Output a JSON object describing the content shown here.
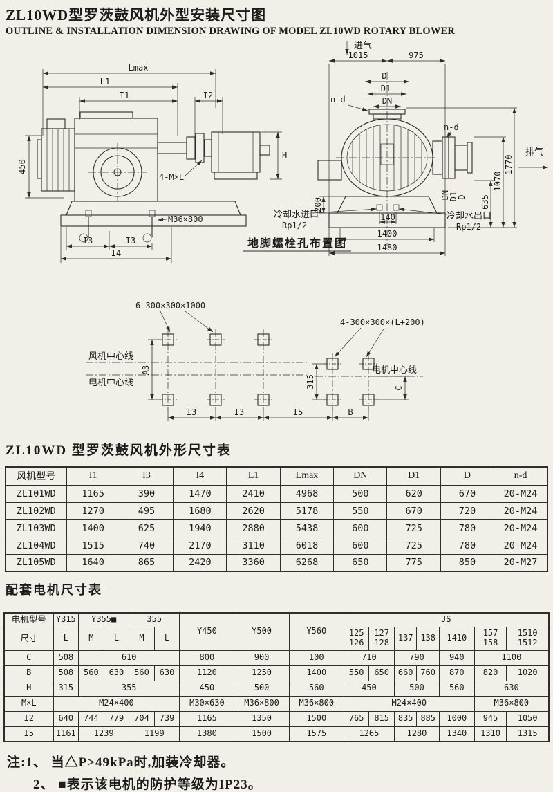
{
  "page": {
    "title_cn": "ZL10WD型罗茨鼓风机外型安装尺寸图",
    "title_en": "OUTLINE & INSTALLATION DIMENSION DRAWING OF MODEL ZL10WD ROTARY BLOWER"
  },
  "side_view": {
    "dim_lmax": "Lmax",
    "dim_l1": "L1",
    "dim_i1": "I1",
    "dim_i2": "I2",
    "dim_450": "450",
    "dim_h": "H",
    "label_bolt": "4-M×L",
    "label_anchor": "M36×800",
    "dim_i3a": "I3",
    "dim_i3b": "I3",
    "dim_i4": "I4"
  },
  "front_view": {
    "label_inlet": "进气",
    "dim_1015": "1015",
    "dim_975": "975",
    "dim_d": "D",
    "dim_d1": "D1",
    "dim_dn": "DN",
    "label_nd_left": "n-d",
    "label_nd_right": "n-d",
    "label_outlet": "排气",
    "dim_1770": "1770",
    "dim_1070": "1070",
    "dim_635": "635",
    "dim_200": "200",
    "dim_dn2": "DN",
    "dim_d1b": "D1",
    "dim_db": "D",
    "label_water_in": "冷却水进口",
    "label_water_in_spec": "Rp1/2",
    "label_water_out": "冷却水出口",
    "label_water_out_spec": "Rp1/2",
    "dim_140": "140",
    "dim_1400": "1400",
    "dim_1480": "1480"
  },
  "foundation": {
    "title": "地脚螺栓孔布置图",
    "label_6holes": "6-300×300×1000",
    "label_4holes": "4-300×300×(L+200)",
    "label_blower_cl": "风机中心线",
    "label_motor_cl": "电机中心线",
    "label_motor_cl2": "电机中心线",
    "dim_a3": "A3",
    "dim_315": "315",
    "dim_c": "C",
    "dim_i3a": "I3",
    "dim_i3b": "I3",
    "dim_i5": "I5",
    "dim_b": "B"
  },
  "dim_table": {
    "title": "ZL10WD 型罗茨鼓风机外形尺寸表",
    "headers": [
      "风机型号",
      "I1",
      "I3",
      "I4",
      "L1",
      "Lmax",
      "DN",
      "D1",
      "D",
      "n-d"
    ],
    "rows": [
      [
        "ZL101WD",
        "1165",
        "390",
        "1470",
        "2410",
        "4968",
        "500",
        "620",
        "670",
        "20-M24"
      ],
      [
        "ZL102WD",
        "1270",
        "495",
        "1680",
        "2620",
        "5178",
        "550",
        "670",
        "720",
        "20-M24"
      ],
      [
        "ZL103WD",
        "1400",
        "625",
        "1940",
        "2880",
        "5438",
        "600",
        "725",
        "780",
        "20-M24"
      ],
      [
        "ZL104WD",
        "1515",
        "740",
        "2170",
        "3110",
        "6018",
        "600",
        "725",
        "780",
        "20-M24"
      ],
      [
        "ZL105WD",
        "1640",
        "865",
        "2420",
        "3360",
        "6268",
        "650",
        "775",
        "850",
        "20-M27"
      ]
    ]
  },
  "motor_table": {
    "title": "配套电机尺寸表",
    "h1": {
      "label": "电机型号",
      "y315": "Y315",
      "y355": "Y355■",
      "c355": "355",
      "y450": "Y450",
      "y500": "Y500",
      "y560": "Y560",
      "js": "JS"
    },
    "h2": {
      "label": "尺寸",
      "cols": [
        "L",
        "M",
        "L",
        "M",
        "L",
        "125\n126",
        "127\n128",
        "137",
        "138",
        "1410",
        "157\n158",
        "1510\n1512"
      ]
    },
    "rows": {
      "c": [
        "C",
        "508",
        "610",
        "800",
        "900",
        "100",
        "710",
        "790",
        "940",
        "1100"
      ],
      "b": [
        "B",
        "508",
        "560",
        "630",
        "560",
        "630",
        "1120",
        "1250",
        "1400",
        "550",
        "650",
        "660",
        "760",
        "870",
        "820",
        "1020"
      ],
      "h": [
        "H",
        "315",
        "355",
        "450",
        "500",
        "560",
        "450",
        "500",
        "560",
        "630"
      ],
      "mxl": [
        "M×L",
        "M24×400",
        "M30×630",
        "M36×800",
        "M36×800",
        "M24×400",
        "M36×800"
      ],
      "i2": [
        "I2",
        "640",
        "744",
        "779",
        "704",
        "739",
        "1165",
        "1350",
        "1500",
        "765",
        "815",
        "835",
        "885",
        "1000",
        "945",
        "1050"
      ],
      "i5": [
        "I5",
        "1161",
        "1239",
        "1199",
        "1380",
        "1500",
        "1575",
        "1265",
        "1280",
        "1340",
        "1310",
        "1315"
      ]
    }
  },
  "notes": {
    "line1": "注:1、 当△P>49kPa时,加装冷却器。",
    "line2": "2、 ■表示该电机的防护等级为IP23。"
  }
}
